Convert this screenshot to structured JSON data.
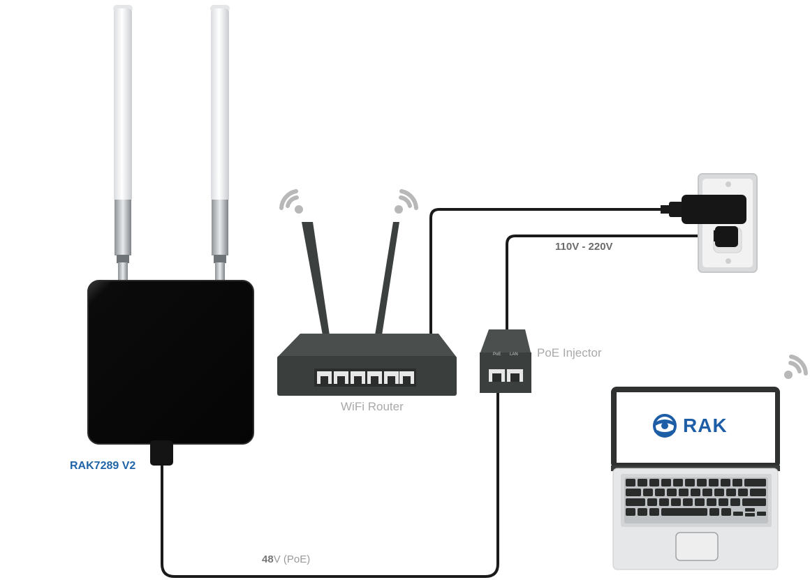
{
  "labels": {
    "gateway": "RAK7289 V2",
    "router": "WiFi Router",
    "poe_injector": "PoE Injector",
    "mains_voltage": "110V - 220V",
    "poe_voltage_number": "48",
    "poe_voltage_unit": "V",
    "poe_voltage_suffix": " (PoE)",
    "injector_port_poe": "PoE",
    "injector_port_lan": "LAN"
  },
  "logo": {
    "text": "RAK"
  },
  "colors": {
    "gateway_label": "#1f63a8",
    "logo": "#1d5ea6",
    "device_label": "#a9a9a9",
    "cable": "#1a1a1a"
  }
}
